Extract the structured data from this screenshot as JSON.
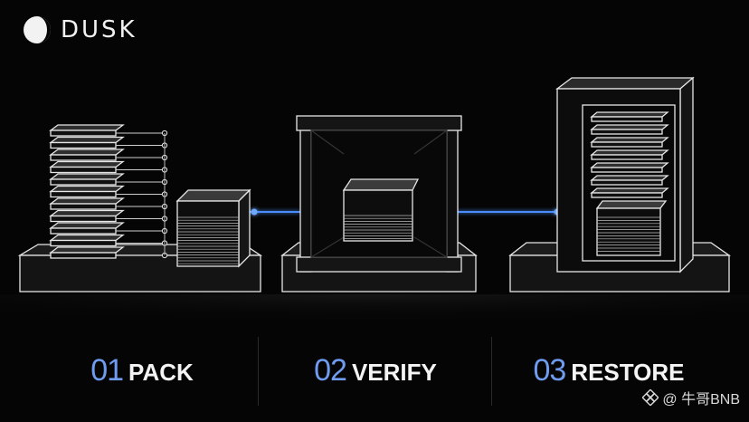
{
  "brand": {
    "name": "DUSK",
    "icon": "dusk-moon-logo"
  },
  "steps": [
    {
      "number": "01",
      "label": "PACK"
    },
    {
      "number": "02",
      "label": "VERIFY"
    },
    {
      "number": "03",
      "label": "RESTORE"
    }
  ],
  "watermark": {
    "text": "@ 牛哥BNB",
    "icon": "binance-diamond-icon"
  },
  "colors": {
    "background": "#050505",
    "accent": "#4a8dff",
    "outline": "#e6e6e6",
    "number": "#6f9cf0"
  }
}
